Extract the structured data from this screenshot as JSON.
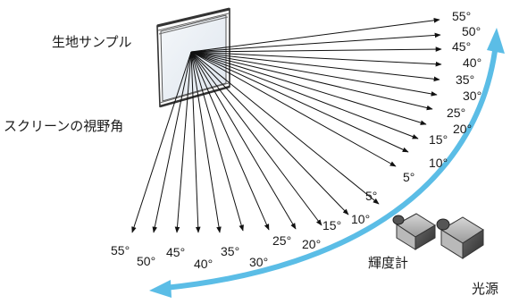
{
  "labels": {
    "fabric_sample": "生地サンプル",
    "screen_viewing_angle": "スクリーンの視野角",
    "luminance_meter": "輝度計",
    "light_source": "光源"
  },
  "right_angles": [
    "55°",
    "50°",
    "45°",
    "40°",
    "35°",
    "30°",
    "25°",
    "20°",
    "15°",
    "10°",
    "5°"
  ],
  "left_angles": [
    "55°",
    "50°",
    "45°",
    "40°",
    "35°",
    "30°",
    "25°",
    "20°",
    "15°",
    "10°",
    "5°"
  ],
  "colors": {
    "arrow_blue": "#5bbde6",
    "line": "#111111"
  }
}
